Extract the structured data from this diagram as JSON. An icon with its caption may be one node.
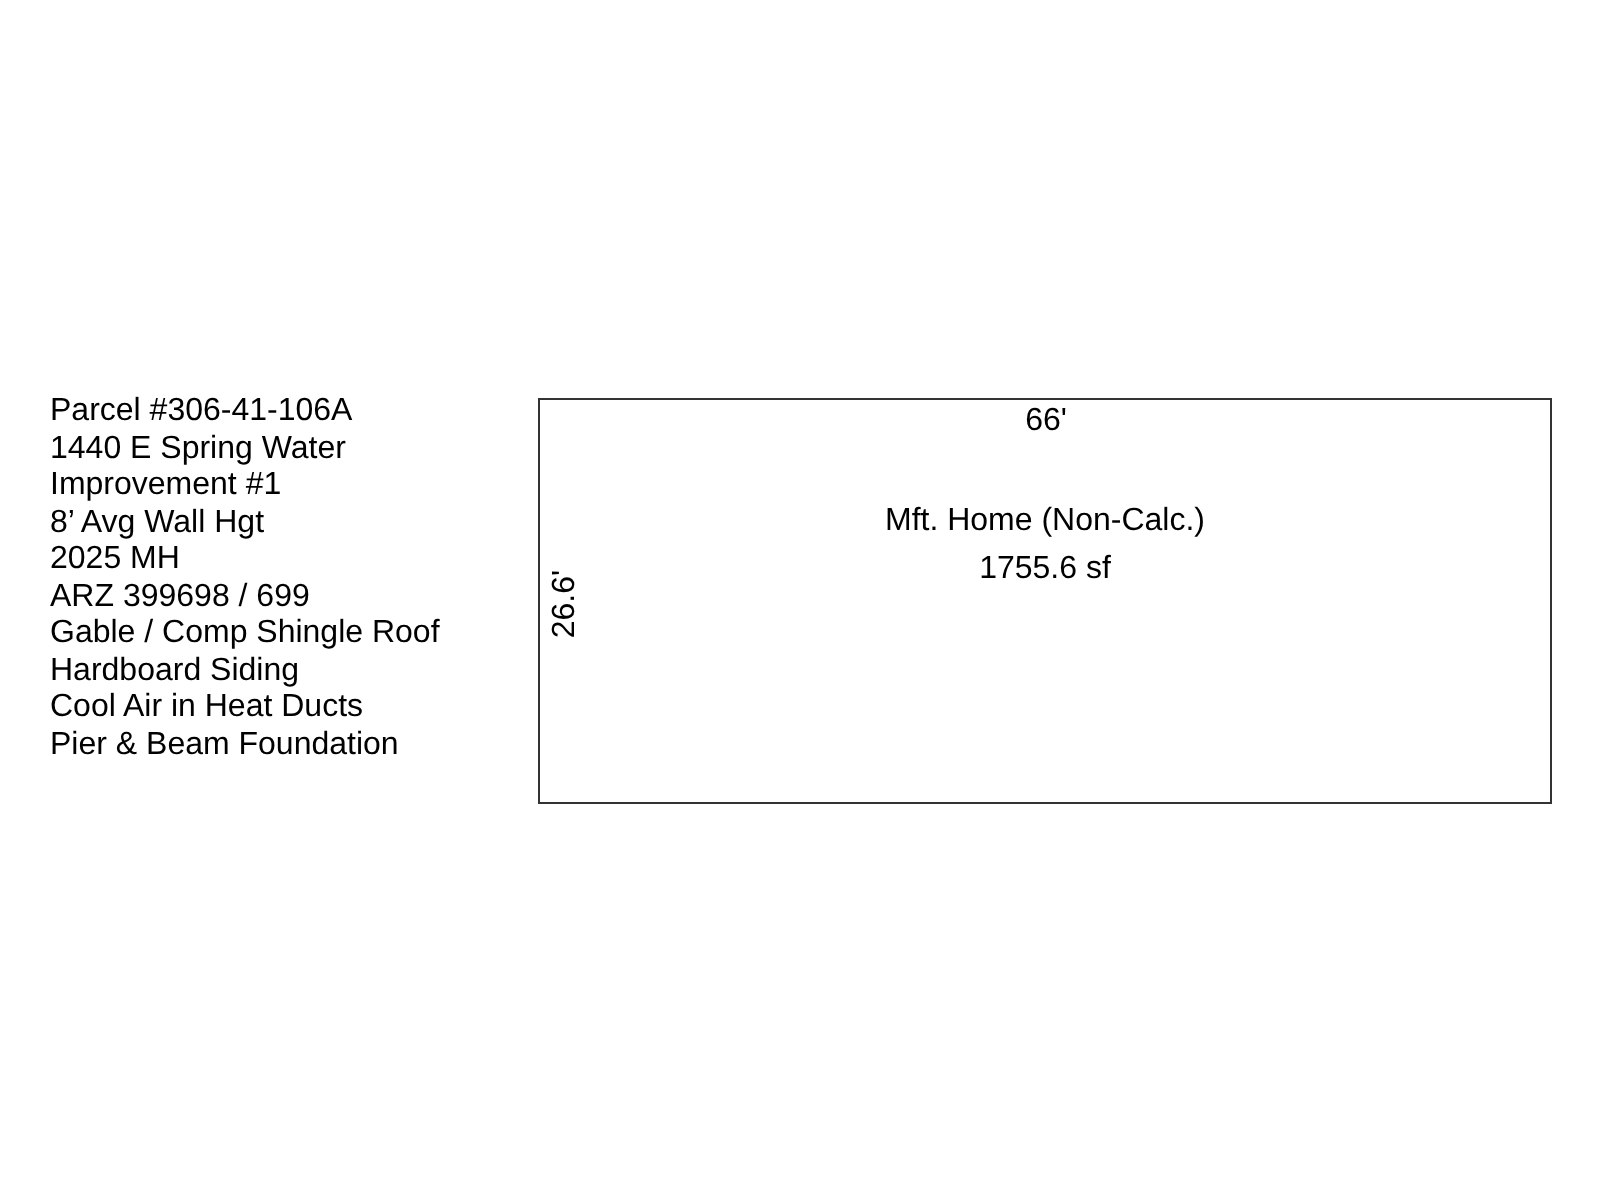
{
  "diagram": {
    "nodes": [
      {
        "text": [
          "Mft. Home (Non-Calc.)",
          "1755.6 sf"
        ]
      }
    ],
    "labels": [
      "Parcel #306-41-106A",
      "1440 E Spring Water",
      "Improvement #1",
      "8’ Avg Wall Hgt",
      "2025 MH",
      "ARZ 399698 / 699",
      "Gable / Comp Shingle Roof",
      "Hardboard Siding",
      "Cool Air in Heat Ducts",
      "Pier & Beam Foundation",
      "66'",
      "26.6'"
    ]
  }
}
